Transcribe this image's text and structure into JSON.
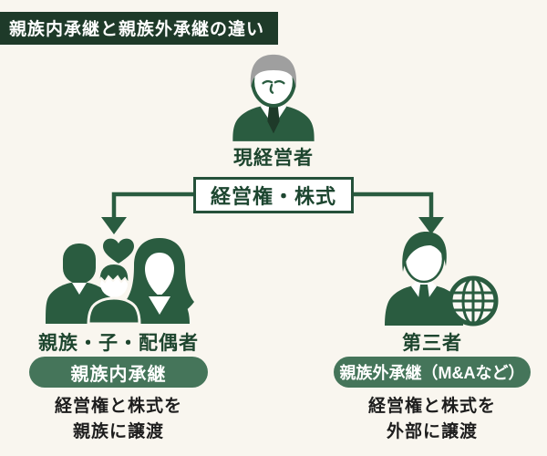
{
  "title": "親族内承継と親族外承継の違い",
  "current_manager": {
    "label": "現経営者"
  },
  "transfer_box": {
    "label": "経営権・株式"
  },
  "left_branch": {
    "recipients_label": "親族・子・配偶者",
    "badge": "親族内承継",
    "description": [
      "経営権と株式を",
      "親族に譲渡"
    ]
  },
  "right_branch": {
    "recipients_label": "第三者",
    "badge": "親族外承継（M&Aなど）",
    "description": [
      "経営権と株式を",
      "外部に譲渡"
    ]
  },
  "icons": {
    "current_manager": "businessman-icon",
    "left_branch": "family-with-heart-icon",
    "right_branch": "person-with-globe-icon",
    "connectors": "down-arrow-connector"
  },
  "colors": {
    "background": "#f9f6ef",
    "banner_green": "#1e3a29",
    "icon_green": "#2a5c40",
    "pill_green": "#45755a",
    "heading_green": "#1d452e",
    "body_text": "#1d1d1d"
  }
}
